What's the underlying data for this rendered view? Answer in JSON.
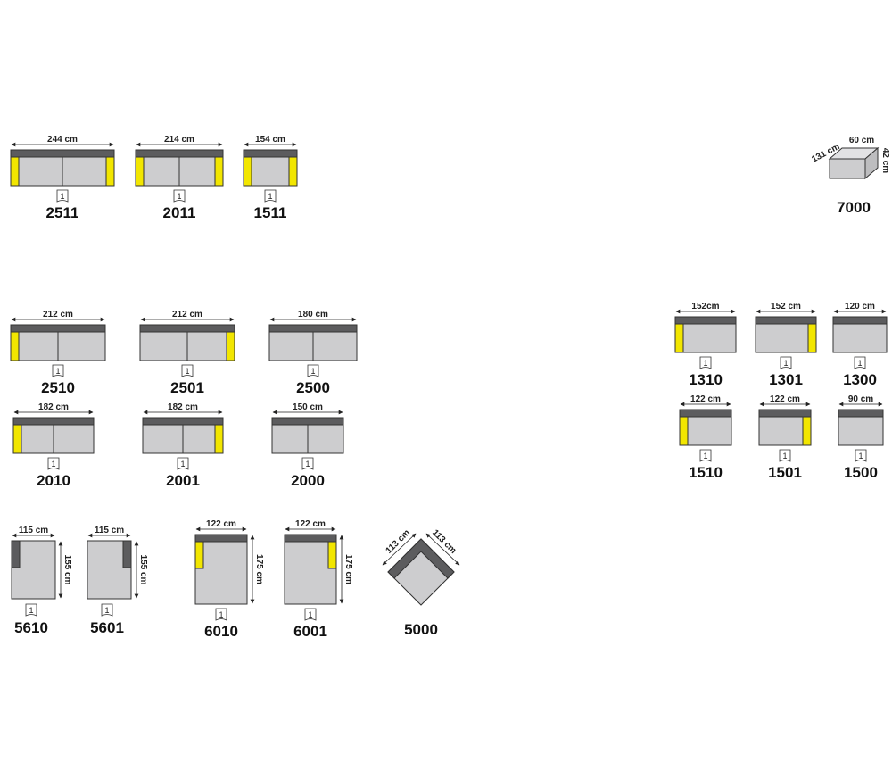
{
  "colors": {
    "seat": "#cdcdcf",
    "back": "#5c5c5e",
    "arm": "#f2e600",
    "outline": "#333333",
    "text": "#111111"
  },
  "tag_label": "1",
  "modules": [
    {
      "code": "2511",
      "width": "244 cm",
      "kind": "sofa2",
      "arms": "both"
    },
    {
      "code": "2011",
      "width": "214 cm",
      "kind": "sofa2",
      "arms": "both"
    },
    {
      "code": "1511",
      "width": "154 cm",
      "kind": "sofa1",
      "arms": "both"
    },
    {
      "code": "7000",
      "width": "60 cm",
      "depth": "131 cm",
      "height": "42 cm",
      "kind": "pouf"
    },
    {
      "code": "2510",
      "width": "212 cm",
      "kind": "sofa2",
      "arms": "left"
    },
    {
      "code": "2501",
      "width": "212 cm",
      "kind": "sofa2",
      "arms": "right"
    },
    {
      "code": "2500",
      "width": "180 cm",
      "kind": "sofa2",
      "arms": "none"
    },
    {
      "code": "2010",
      "width": "182 cm",
      "kind": "sofa2",
      "arms": "left"
    },
    {
      "code": "2001",
      "width": "182 cm",
      "kind": "sofa2",
      "arms": "right"
    },
    {
      "code": "2000",
      "width": "150 cm",
      "kind": "sofa2",
      "arms": "none"
    },
    {
      "code": "1310",
      "width": "152cm",
      "kind": "sofa1",
      "arms": "left"
    },
    {
      "code": "1301",
      "width": "152 cm",
      "kind": "sofa1",
      "arms": "right"
    },
    {
      "code": "1300",
      "width": "120 cm",
      "kind": "sofa1",
      "arms": "none"
    },
    {
      "code": "1510",
      "width": "122 cm",
      "kind": "sofa1",
      "arms": "left"
    },
    {
      "code": "1501",
      "width": "122 cm",
      "kind": "sofa1",
      "arms": "right"
    },
    {
      "code": "1500",
      "width": "90 cm",
      "kind": "sofa1",
      "arms": "none"
    },
    {
      "code": "5610",
      "width": "115 cm",
      "depth": "155 cm",
      "kind": "chaise",
      "back": "left"
    },
    {
      "code": "5601",
      "width": "115 cm",
      "depth": "155 cm",
      "kind": "chaise",
      "back": "right"
    },
    {
      "code": "6010",
      "width": "122 cm",
      "depth": "175 cm",
      "kind": "longchair",
      "arms": "left"
    },
    {
      "code": "6001",
      "width": "122 cm",
      "depth": "175 cm",
      "kind": "longchair",
      "arms": "right"
    },
    {
      "code": "5000",
      "width": "113 cm",
      "depth": "113 cm",
      "kind": "corner"
    }
  ]
}
